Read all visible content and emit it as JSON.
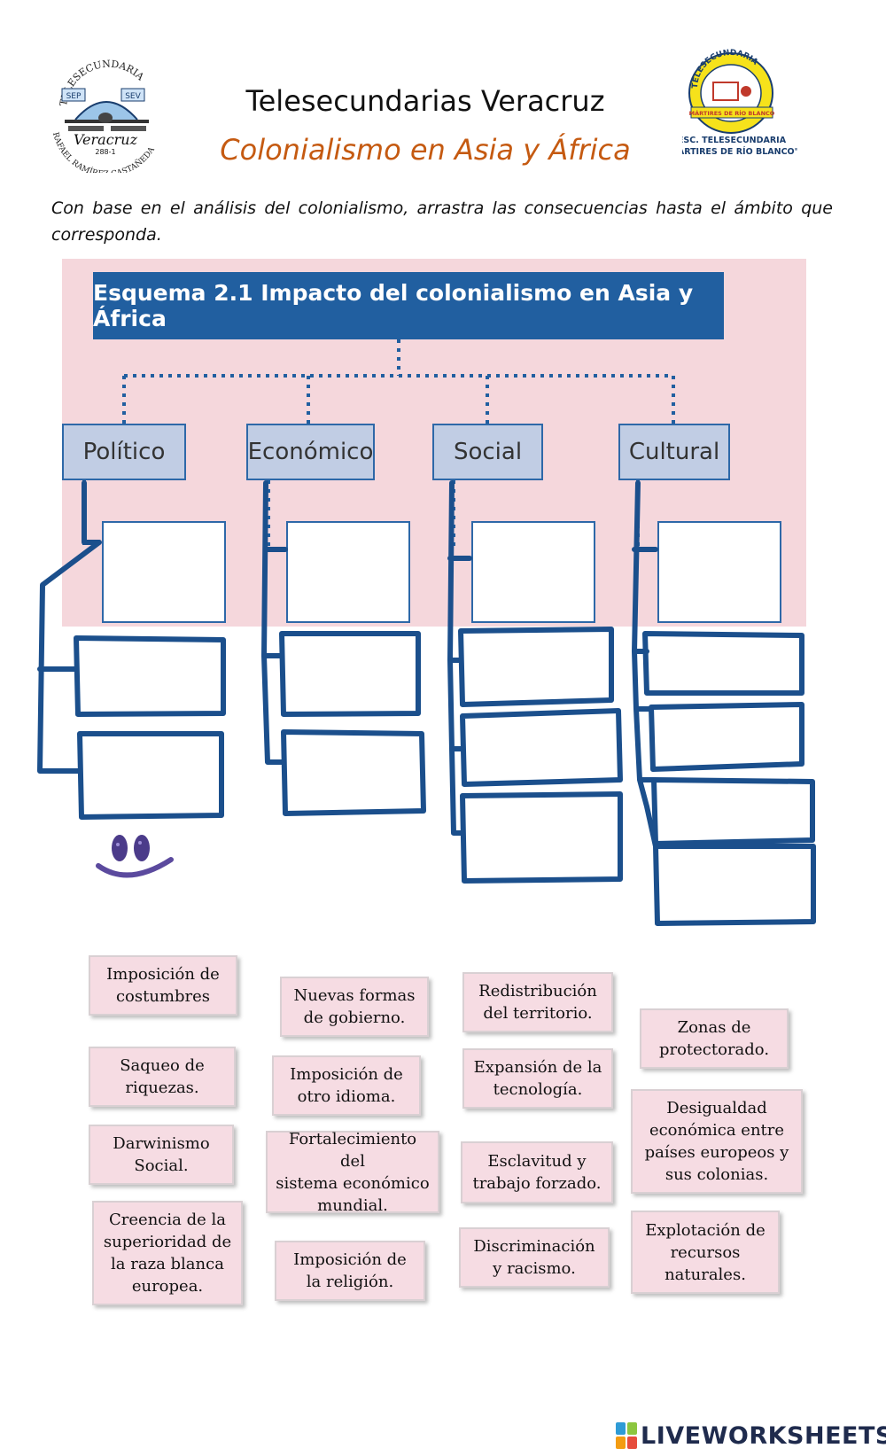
{
  "header": {
    "site_title": "Telesecundarias Veracruz",
    "page_title": "Colonialismo en Asia y África"
  },
  "logos": {
    "left": {
      "icon": "telesecundaria-seal-icon",
      "ring_text": "TELESECUNDARIA",
      "bottom_text": "RAFAEL RAMÍREZ CASTAÑEDA",
      "script_text": "Veracruz",
      "code": "288-1",
      "left_badge": "SEP",
      "right_badge": "SEV"
    },
    "right": {
      "icon": "school-shield-icon",
      "arc_text": "TELESECUNDARIA",
      "ribbon_text": "MÁRTIRES DE RÍO BLANCO",
      "line1": "ESC. TELESECUNDARIA",
      "line2": "\"MÁRTIRES DE RÍO BLANCO\""
    }
  },
  "instructions": "Con base en el análisis del colonialismo, arrastra las consecuencias hasta el ámbito que corresponda.",
  "scheme": {
    "title": "Esquema 2.1 Impacto del colonialismo en Asia y África",
    "categories": [
      "Político",
      "Económico",
      "Social",
      "Cultural"
    ]
  },
  "decoration": {
    "smiley_icon": "smiley-face-icon"
  },
  "cards": [
    {
      "text": "Imposición de\ncostumbres"
    },
    {
      "text": "Saqueo de\nriquezas."
    },
    {
      "text": "Darwinismo\nSocial."
    },
    {
      "text": "Creencia de la\nsuperioridad de\nla raza blanca\neuropea."
    },
    {
      "text": "Nuevas formas\nde gobierno."
    },
    {
      "text": "Imposición de\notro idioma."
    },
    {
      "text": "Fortalecimiento del\nsistema económico\nmundial."
    },
    {
      "text": "Imposición de\nla religión."
    },
    {
      "text": "Redistribución\ndel territorio."
    },
    {
      "text": "Expansión de la\ntecnología."
    },
    {
      "text": "Esclavitud y\ntrabajo forzado."
    },
    {
      "text": "Discriminación\ny racismo."
    },
    {
      "text": "Zonas de\nprotectorado."
    },
    {
      "text": "Desigualdad\neconómica entre\npaíses europeos y\nsus colonias."
    },
    {
      "text": "Explotación de\nrecursos\nnaturales."
    }
  ],
  "footer": {
    "brand": "LIVEWORKSHEETS",
    "brand_icon": "liveworksheets-logo-icon",
    "brand_colors": [
      "#2e9bd6",
      "#8cc63f",
      "#f39c12",
      "#e74c3c"
    ]
  }
}
